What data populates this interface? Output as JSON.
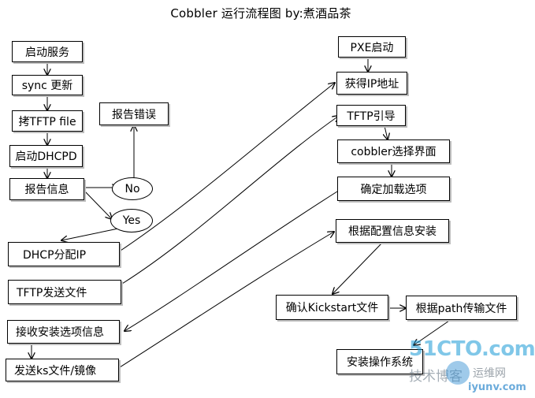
{
  "title": "Cobbler 运行流程图  by:煮酒品茶",
  "left_column": {
    "start_service": "启动服务",
    "sync_update": "sync 更新",
    "copy_tftp_file": "拷TFTP file",
    "start_dhcpd": "启动DHCPD",
    "report_info": "报告信息",
    "report_error": "报告错误",
    "no_label": "No",
    "yes_label": "Yes",
    "dhcp_assign_ip": "DHCP分配IP",
    "tftp_send_file": "TFTP发送文件",
    "receive_install_option": "接收安装选项信息",
    "send_ks_image": "发送ks文件/镜像"
  },
  "right_column": {
    "pxe_boot": "PXE启动",
    "get_ip": "获得IP地址",
    "tftp_boot": "TFTP引导",
    "cobbler_menu": "cobbler选择界面",
    "select_load_option": "确定加载选项",
    "install_by_config": "根据配置信息安装",
    "confirm_kickstart": "确认Kickstart文件",
    "transfer_by_path": "根据path传输文件",
    "install_os": "安装操作系统"
  },
  "watermark": {
    "site": "51CTO.com",
    "tagline": "技术博客",
    "brand": "运维网",
    "url": "iyunv.com"
  }
}
